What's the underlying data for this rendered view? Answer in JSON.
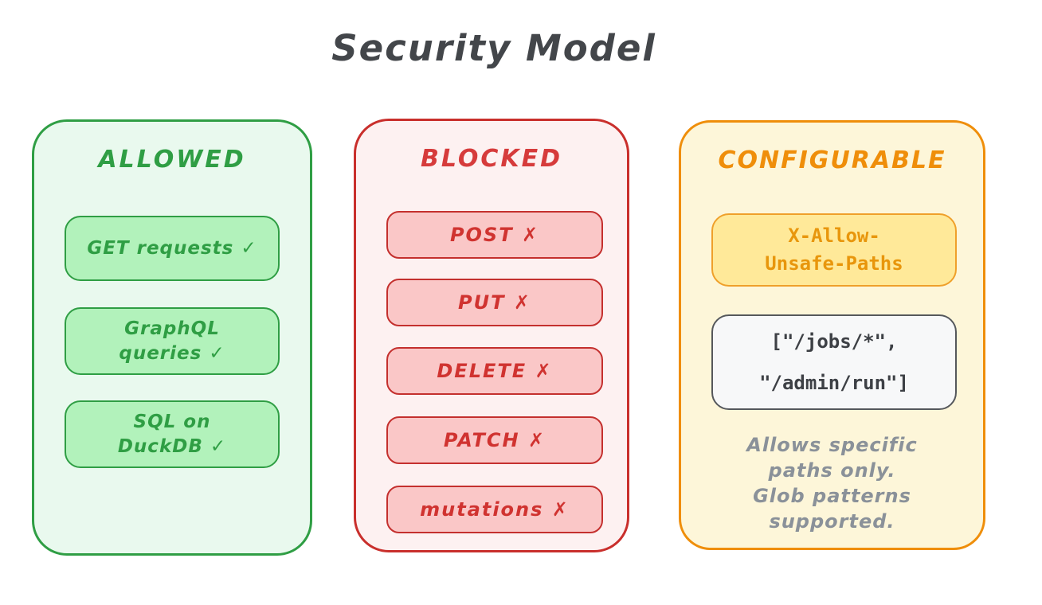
{
  "title": "Security Model",
  "allowed": {
    "header": "ALLOWED",
    "item1": {
      "line1": "GET requests ✓"
    },
    "item2": {
      "line1": "GraphQL",
      "line2": "queries ✓"
    },
    "item3": {
      "line1": "SQL on",
      "line2": "DuckDB ✓"
    }
  },
  "blocked": {
    "header": "BLOCKED",
    "item1": "POST ✗",
    "item2": "PUT ✗",
    "item3": "DELETE ✗",
    "item4": "PATCH ✗",
    "item5": "mutations ✗"
  },
  "configurable": {
    "header": "CONFIGURABLE",
    "token": {
      "line1": "X-Allow-",
      "line2": "Unsafe-Paths"
    },
    "code": {
      "line1": "[\"/jobs/*\",",
      "line2": "\"/admin/run\"]"
    },
    "note": {
      "line1": "Allows specific",
      "line2": "paths only.",
      "line3": "Glob patterns",
      "line4": "supported."
    }
  },
  "colors": {
    "title_text": "#43464a",
    "green_stroke": "#2f9e44",
    "green_item_fill": "#b2f2bb",
    "green_panel_fill": "#e9f9ee",
    "red_stroke": "#c92f2c",
    "red_item_fill": "#fac7c7",
    "red_panel_fill": "#fdf1f1",
    "orange_stroke": "#ef8e0a",
    "orange_item_fill": "#ffe999",
    "orange_panel_fill": "#fdf6d9",
    "code_stroke": "#55585c",
    "code_fill": "#f7f8f9",
    "code_text": "#3d4045",
    "note_text": "#8a9199"
  }
}
